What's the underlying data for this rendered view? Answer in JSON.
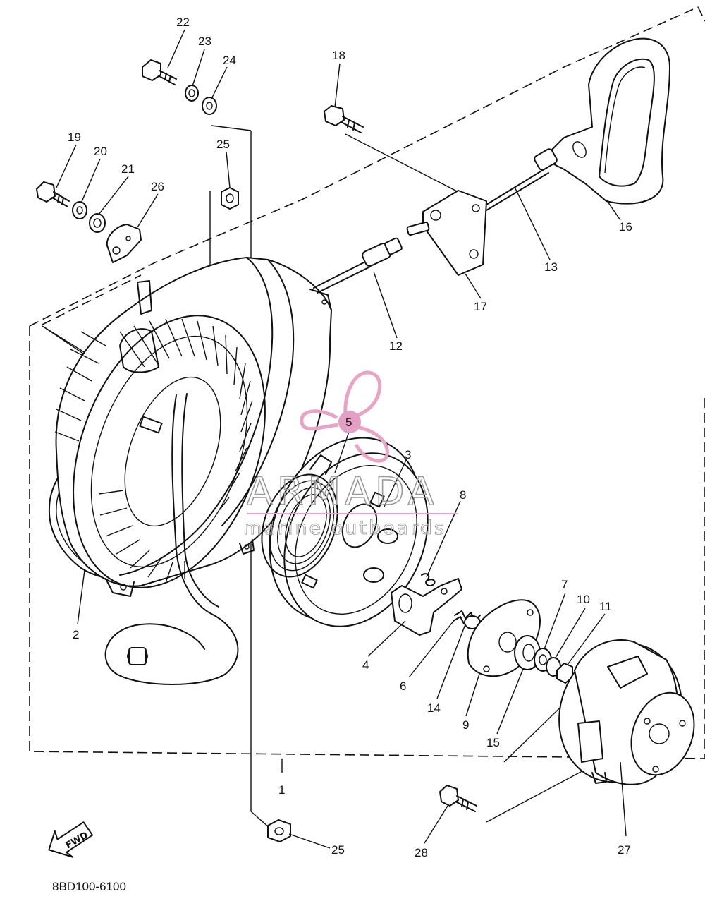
{
  "diagram_code": "8BD100-6100",
  "fwd_label": "FWD",
  "watermark": {
    "brand": "ARMADA",
    "tagline": "marine outboards",
    "logo_color": "#e8a3c5",
    "badge_color": "#e49fc4"
  },
  "callouts": {
    "n1": "1",
    "n2": "2",
    "n3": "3",
    "n4": "4",
    "n5": "5",
    "n6": "6",
    "n7": "7",
    "n8": "8",
    "n9": "9",
    "n10": "10",
    "n11": "11",
    "n12": "12",
    "n13": "13",
    "n14": "14",
    "n15": "15",
    "n16": "16",
    "n17": "17",
    "n18": "18",
    "n19": "19",
    "n20": "20",
    "n21": "21",
    "n22": "22",
    "n23": "23",
    "n24": "24",
    "n25a": "25",
    "n25b": "25",
    "n26": "26",
    "n27": "27",
    "n28": "28"
  }
}
